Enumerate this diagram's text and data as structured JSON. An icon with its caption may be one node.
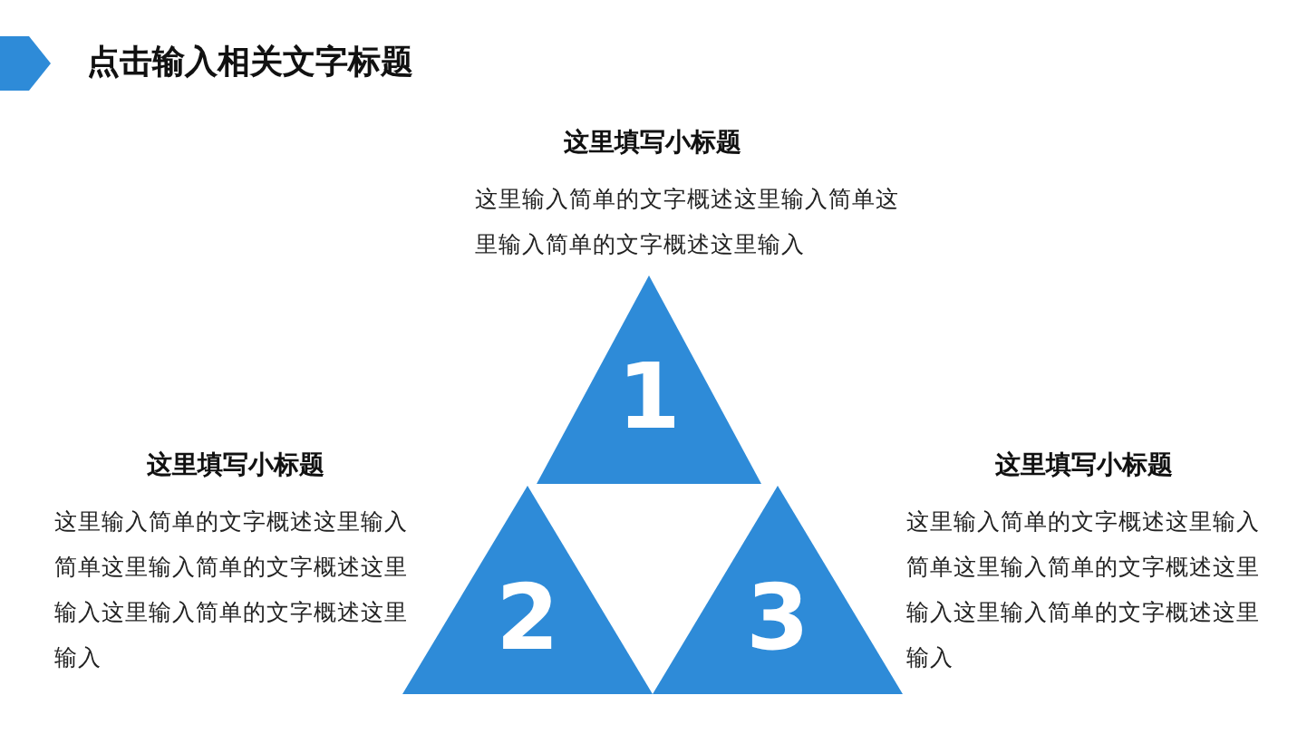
{
  "diagram": {
    "title": "点击输入相关文字标题",
    "nodes": [
      {
        "text": [
          "1"
        ],
        "beside": [
          "这里填写小标题",
          "这里输入简单的文字概述这里输入简单这里输入简单的文字概述这里输入"
        ]
      },
      {
        "text": [
          "2"
        ],
        "beside": [
          "这里填写小标题",
          "这里输入简单的文字概述这里输入简单这里输入简单的文字概述这里输入这里输入简单的文字概述这里输入"
        ]
      },
      {
        "text": [
          "3"
        ],
        "beside": [
          "这里填写小标题",
          "这里输入简单的文字概述这里输入简单这里输入简单的文字概述这里输入这里输入简单的文字概述这里输入"
        ]
      }
    ],
    "edges": []
  }
}
